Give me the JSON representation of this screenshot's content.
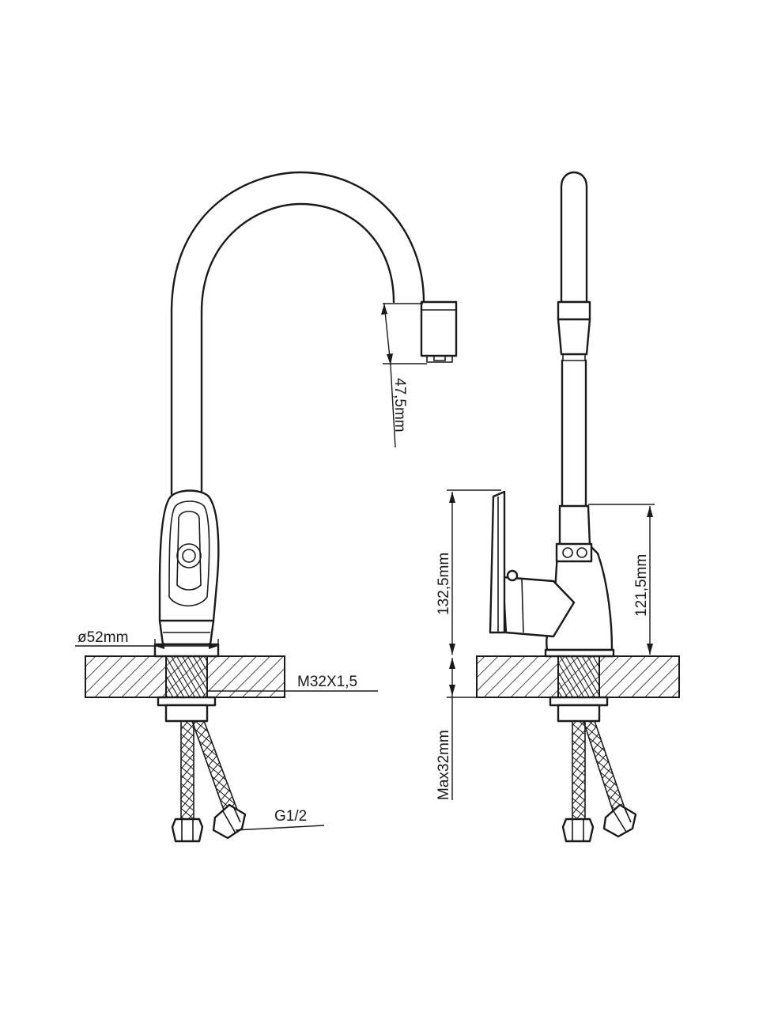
{
  "diagram": {
    "labels": {
      "spout_height": "47,5mm",
      "base_diameter": "ø52mm",
      "thread": "M32X1,5",
      "hose_connector": "G1/2",
      "handle_height": "132,5mm",
      "body_height": "121,5mm",
      "max_counter_thickness": "Max32mm"
    }
  }
}
